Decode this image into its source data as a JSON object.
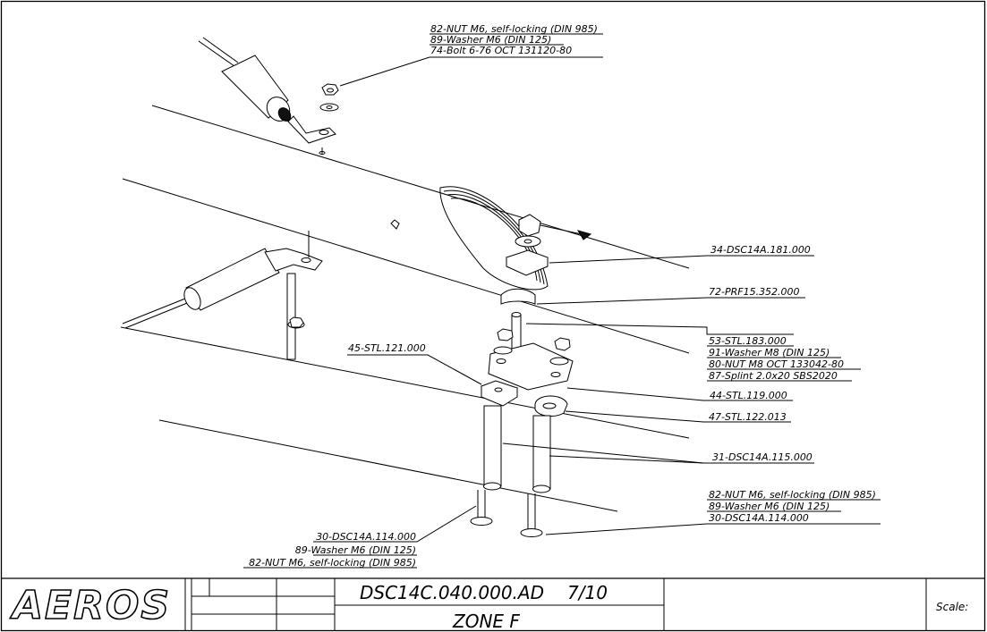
{
  "labels": {
    "top_group": [
      "82-NUT M6, self-locking (DIN 985)",
      "89-Washer M6 (DIN 125)",
      "74-Bolt 6-76 OCT 131120-80"
    ],
    "ref_34": "34-DSC14A.181.000",
    "ref_72": "72-PRF15.352.000",
    "mid_group": [
      "53-STL.183.000",
      "91-Washer M8 (DIN 125)",
      "80-NUT M8 OCT 133042-80",
      "87-Splint 2.0x20 SBS2020"
    ],
    "ref_45": "45-STL.121.000",
    "ref_44": "44-STL.119.000",
    "ref_47": "47-STL.122.013",
    "ref_31": "31-DSC14A.115.000",
    "right_bottom_group": [
      "82-NUT M6, self-locking (DIN 985)",
      "89-Washer M6 (DIN 125)",
      "30-DSC14A.114.000"
    ],
    "left_bottom_group": [
      "30-DSC14A.114.000",
      "89-Washer M6 (DIN 125)",
      "82-NUT M6, self-locking (DIN 985)"
    ]
  },
  "title_block": {
    "logo": "AEROS",
    "drawing_number": "DSC14C.040.000.AD",
    "sheet": "7/10",
    "zone": "ZONE F",
    "scale_label": "Scale:"
  }
}
